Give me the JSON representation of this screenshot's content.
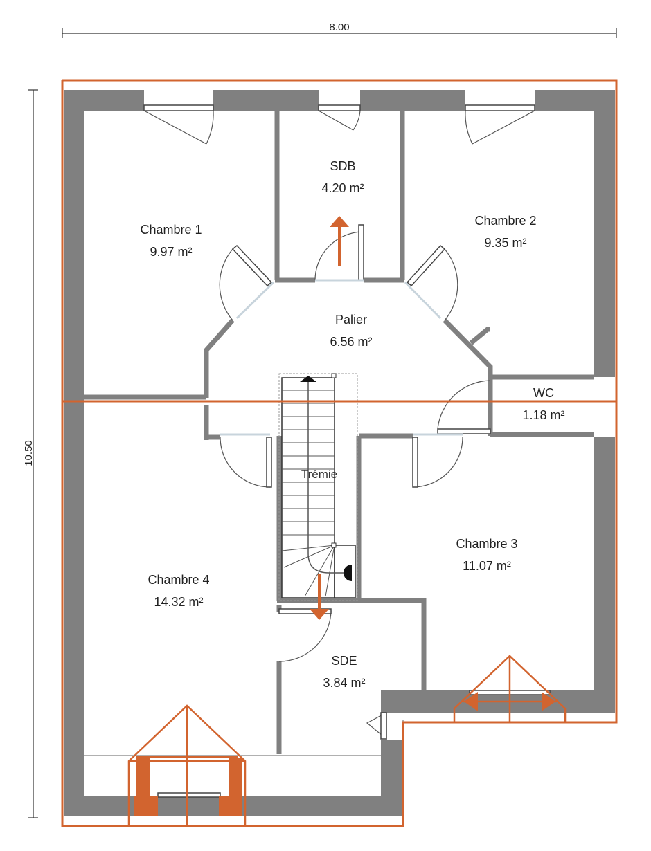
{
  "dimensions": {
    "width_label": "8.00",
    "height_label": "10.50"
  },
  "rooms": [
    {
      "name": "Chambre 1",
      "area": "9.97 m²"
    },
    {
      "name": "SDB",
      "area": "4.20 m²"
    },
    {
      "name": "Chambre 2",
      "area": "9.35 m²"
    },
    {
      "name": "Palier",
      "area": "6.56 m²"
    },
    {
      "name": "WC",
      "area": "1.18 m²"
    },
    {
      "name": "Chambre 3",
      "area": "11.07 m²"
    },
    {
      "name": "Chambre 4",
      "area": "14.32 m²"
    },
    {
      "name": "SDE",
      "area": "3.84 m²"
    }
  ],
  "stair": {
    "label": "Trémie"
  },
  "colors": {
    "wall": "#808080",
    "accent": "#d2642f",
    "dimension_line": "#333333",
    "text": "#222222"
  }
}
